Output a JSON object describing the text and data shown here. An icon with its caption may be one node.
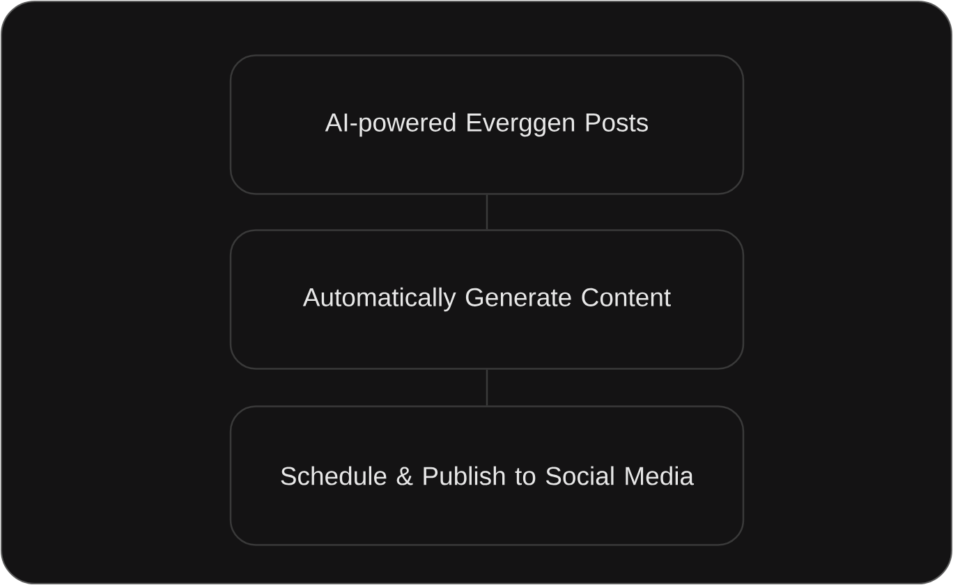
{
  "diagram": {
    "nodes": [
      {
        "text": [
          "AI-powered Everggen Posts"
        ]
      },
      {
        "text": [
          "Automatically Generate Content"
        ]
      },
      {
        "text": [
          "Schedule & Publish to Social Media"
        ]
      }
    ],
    "edges": [
      {
        "from": 0,
        "to": 1,
        "arrow": "none"
      },
      {
        "from": 1,
        "to": 2,
        "arrow": "none"
      }
    ]
  }
}
